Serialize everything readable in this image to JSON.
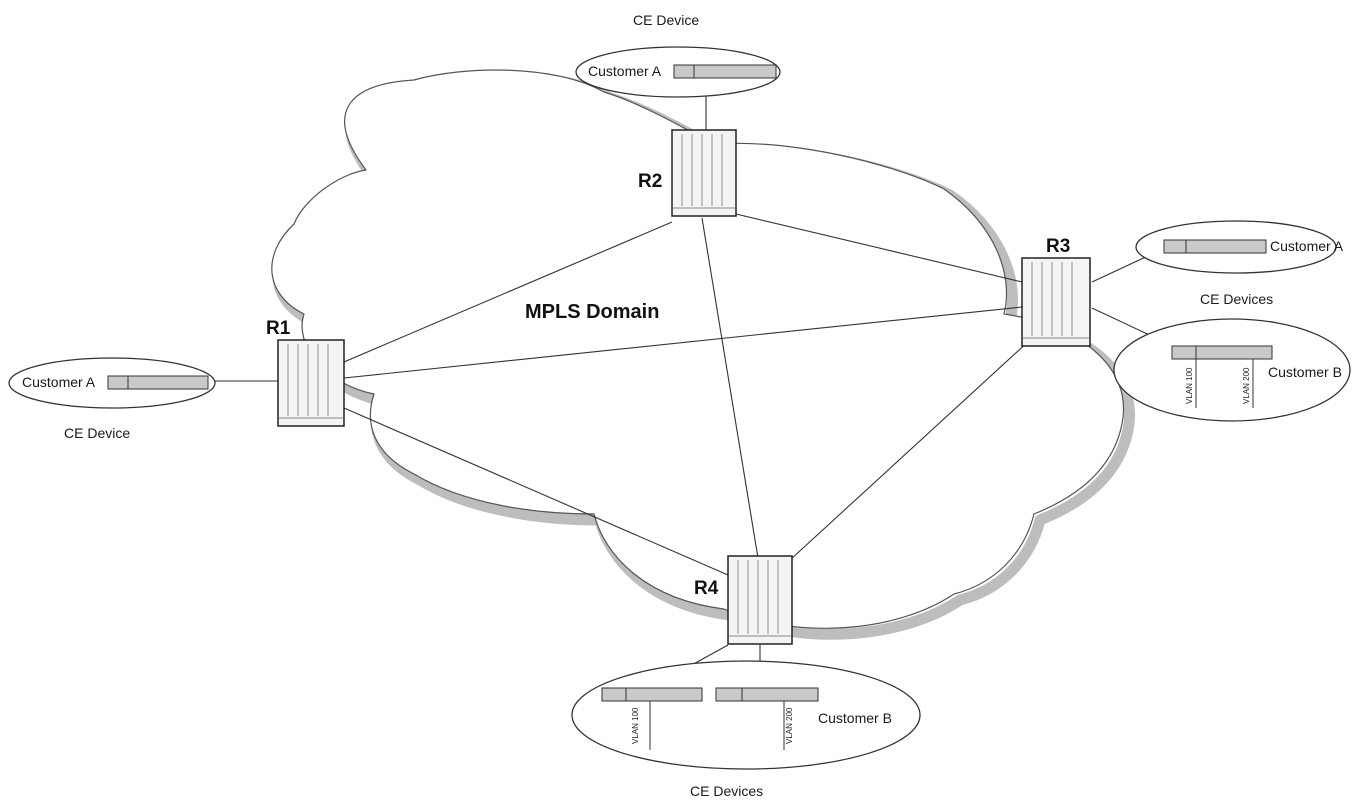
{
  "domain_label": "MPLS Domain",
  "routers": {
    "r1": "R1",
    "r2": "R2",
    "r3": "R3",
    "r4": "R4"
  },
  "ce_sites": {
    "top": {
      "caption": "CE Device",
      "customer": "Customer A"
    },
    "left": {
      "caption": "CE Device",
      "customer": "Customer A"
    },
    "right_a": {
      "customer": "Customer A"
    },
    "right_b": {
      "customer": "Customer B",
      "vlans": [
        "VLAN 100",
        "VLAN 200"
      ]
    },
    "right_caption": "CE Devices",
    "bottom": {
      "caption": "CE Devices",
      "customer": "Customer B",
      "vlans": [
        "VLAN 100",
        "VLAN 200"
      ]
    }
  },
  "colors": {
    "cloud_shadow": "#bdbdbd",
    "line": "#333333"
  }
}
